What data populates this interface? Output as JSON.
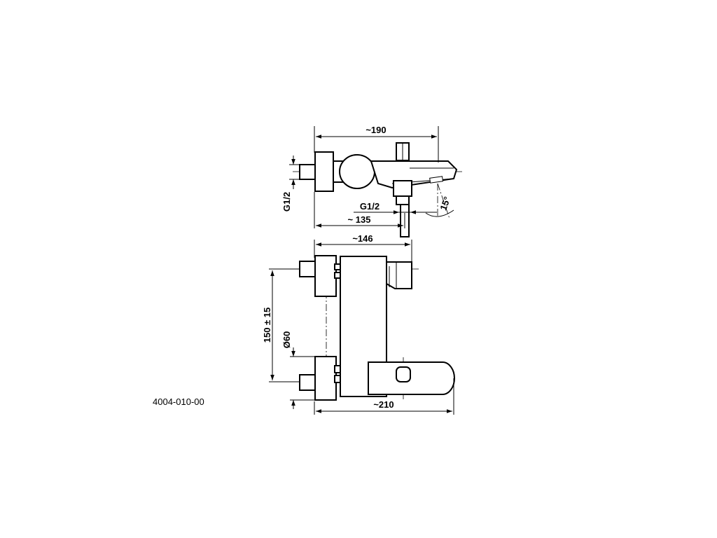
{
  "drawing": {
    "product_code": "4004-010-00",
    "top_view": {
      "overall_width": "~190",
      "inlet_thread_left": "G1/2",
      "outlet_thread": "G1/2",
      "spout_depth": "~ 135",
      "spout_angle": "15°"
    },
    "front_view": {
      "width_top": "~146",
      "inlet_spacing": "150 ± 15",
      "rosette_diameter": "Ø60",
      "overall_width_bottom": "~210"
    }
  }
}
